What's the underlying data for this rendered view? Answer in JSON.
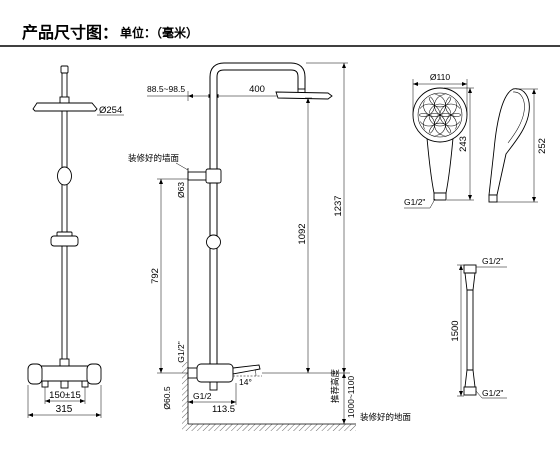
{
  "title": {
    "main": "产品尺寸图：",
    "unit": "单位：（毫米）"
  },
  "front_view": {
    "head_diameter": "Ø254",
    "inlet_spacing": "150±15",
    "valve_width": "315"
  },
  "side_view": {
    "wall_offset": "88.5~98.5",
    "arm_length": "400",
    "wall_label": "装修好的墙面",
    "pipe_diameter": "Ø63",
    "bracket_height": "792",
    "head_height": "1092",
    "total_height": "1237",
    "inlet_thread": "G1/2\"",
    "cover_diameter": "Ø60.5",
    "outlet_thread": "G1/2",
    "valve_depth": "113.5",
    "lever_angle": "14°",
    "recommended_label": "推荐高度",
    "recommended_height": "1000~1100",
    "floor_label": "装修好的地面"
  },
  "hand_shower": {
    "head_diameter": "Ø110",
    "front_length": "243",
    "thread": "G1/2\"",
    "side_length": "252"
  },
  "hose": {
    "top_thread": "G1/2\"",
    "length": "1500",
    "bottom_thread": "G1/2\""
  }
}
